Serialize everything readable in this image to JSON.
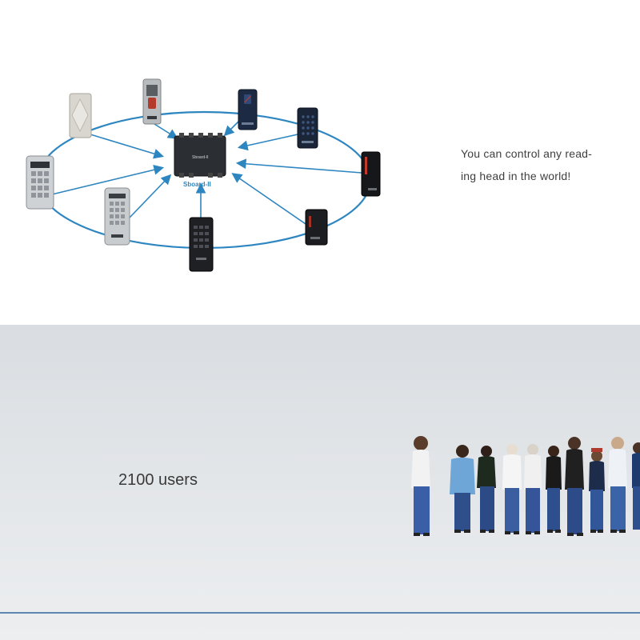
{
  "diagram": {
    "controller_label": "Sboard-II",
    "controller_chip_text": "Sboard-II"
  },
  "description": {
    "line1": "You can control any read-",
    "line2": "ing head in the world!"
  },
  "users": {
    "label": "2100 users"
  },
  "colors": {
    "accent": "#2e86c1",
    "bottom_panel": "#e0e3e6",
    "divider": "#5f86b0"
  }
}
